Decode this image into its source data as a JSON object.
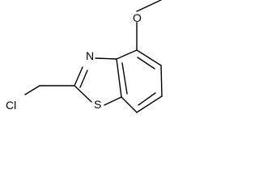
{
  "molecule": {
    "atoms": {
      "chlorine": "Cl",
      "sulfur": "S",
      "nitrogen": "N",
      "oxygen": "O"
    },
    "bond_color": "#000000",
    "background_color": "#ffffff"
  }
}
